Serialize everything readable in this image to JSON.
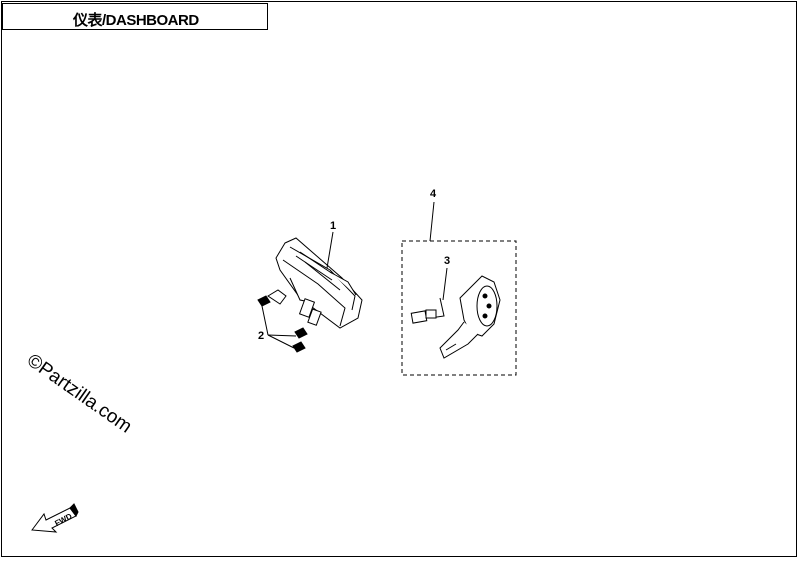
{
  "title": "仪表/DASHBOARD",
  "callouts": {
    "c1": "1",
    "c2": "2",
    "c3": "3",
    "c4": "4"
  },
  "watermark": "©Partzilla.com",
  "fwd_label": "FWD",
  "colors": {
    "line": "#000000",
    "background": "#ffffff"
  }
}
